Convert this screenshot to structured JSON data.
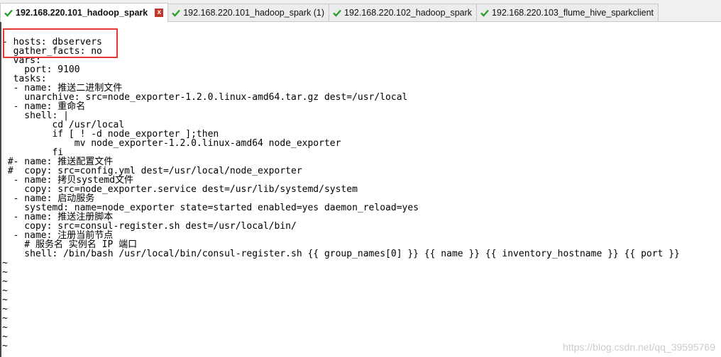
{
  "tabs": [
    {
      "label": "192.168.220.101_hadoop_spark",
      "active": true,
      "close": "x"
    },
    {
      "label": "192.168.220.101_hadoop_spark (1)",
      "active": false
    },
    {
      "label": "192.168.220.102_hadoop_spark",
      "active": false
    },
    {
      "label": "192.168.220.103_flume_hive_sparkclient",
      "active": false
    }
  ],
  "terminal_lines": [
    "- hosts: dbservers",
    "  gather_facts: no",
    "  vars:",
    "    port: 9100",
    "  tasks:",
    "  - name: 推送二进制文件",
    "    unarchive: src=node_exporter-1.2.0.linux-amd64.tar.gz dest=/usr/local",
    "  - name: 重命名",
    "    shell: |",
    "         cd /usr/local",
    "         if [ ! -d node_exporter ];then",
    "             mv node_exporter-1.2.0.linux-amd64 node_exporter",
    "         fi",
    " #- name: 推送配置文件",
    " #  copy: src=config.yml dest=/usr/local/node_exporter",
    "  - name: 拷贝systemd文件",
    "    copy: src=node_exporter.service dest=/usr/lib/systemd/system",
    "  - name: 启动服务",
    "    systemd: name=node_exporter state=started enabled=yes daemon_reload=yes",
    "  - name: 推送注册脚本",
    "    copy: src=consul-register.sh dest=/usr/local/bin/",
    "  - name: 注册当前节点",
    "    # 服务名 实例名 IP 端口",
    "    shell: /bin/bash /usr/local/bin/consul-register.sh {{ group_names[0] }} {{ name }} {{ inventory_hostname }} {{ port }}",
    "~",
    "~",
    "~",
    "~",
    "~",
    "~",
    "~",
    "~",
    "~",
    "~"
  ],
  "watermark": "https://blog.csdn.net/qq_39595769",
  "colors": {
    "check": "#2e9e2e",
    "highlight_box": "#e53935",
    "close_badge": "#c0392b"
  }
}
